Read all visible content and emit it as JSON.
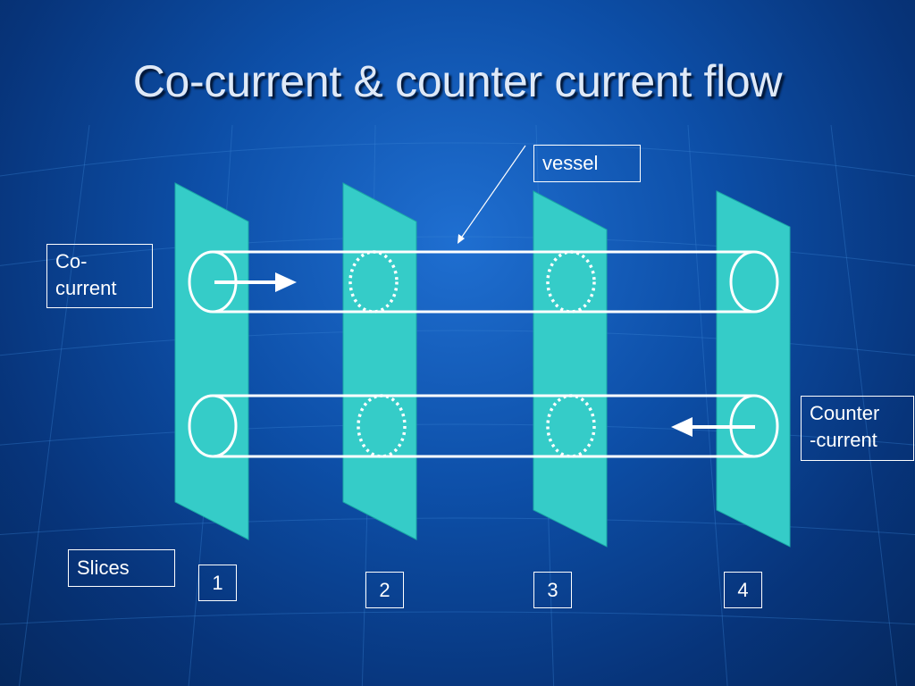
{
  "title": "Co-current & counter current flow",
  "labels": {
    "vessel": "vessel",
    "co_current": "Co-\ncurrent",
    "counter_current": "Counter\n-current",
    "slices": "Slices"
  },
  "slice_numbers": [
    "1",
    "2",
    "3",
    "4"
  ],
  "colors": {
    "slice_fill": "#35ccc8",
    "slice_stroke": "#1aa9a6",
    "line": "#ffffff",
    "title": "#dfe9f7"
  }
}
